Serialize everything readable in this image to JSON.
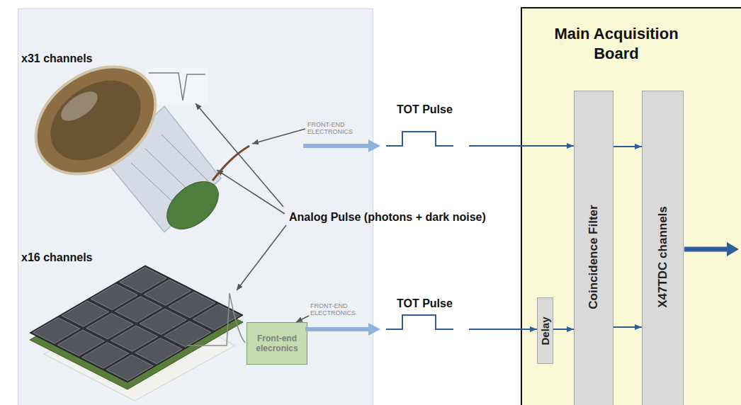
{
  "diagram": {
    "nodes": [
      {
        "text": [
          "Front-end elecronics"
        ]
      },
      {
        "text": [
          "Main Acquisition Board"
        ]
      },
      {
        "text": [
          "Delay"
        ],
        "in": 1
      },
      {
        "text": [
          "Coincidence Filter"
        ],
        "in": 1
      },
      {
        "text": [
          "X47TDC channels"
        ],
        "in": 1
      }
    ],
    "edges": [
      {
        "from": 0,
        "to": 2,
        "arrow": "to"
      },
      {
        "from": 2,
        "to": 3,
        "arrow": "to"
      },
      {
        "from": 3,
        "to": 4,
        "arrow": "to"
      },
      {
        "from": 3,
        "to": 4,
        "arrow": "to"
      }
    ],
    "labels": [
      "x31 channels",
      "FRONT-END ELECTRONICS",
      "TOT Pulse",
      "Analog Pulse (photons + dark noise)",
      "x16 channels",
      "FRONT-END ELECTRONICS",
      "TOT Pulse"
    ]
  }
}
